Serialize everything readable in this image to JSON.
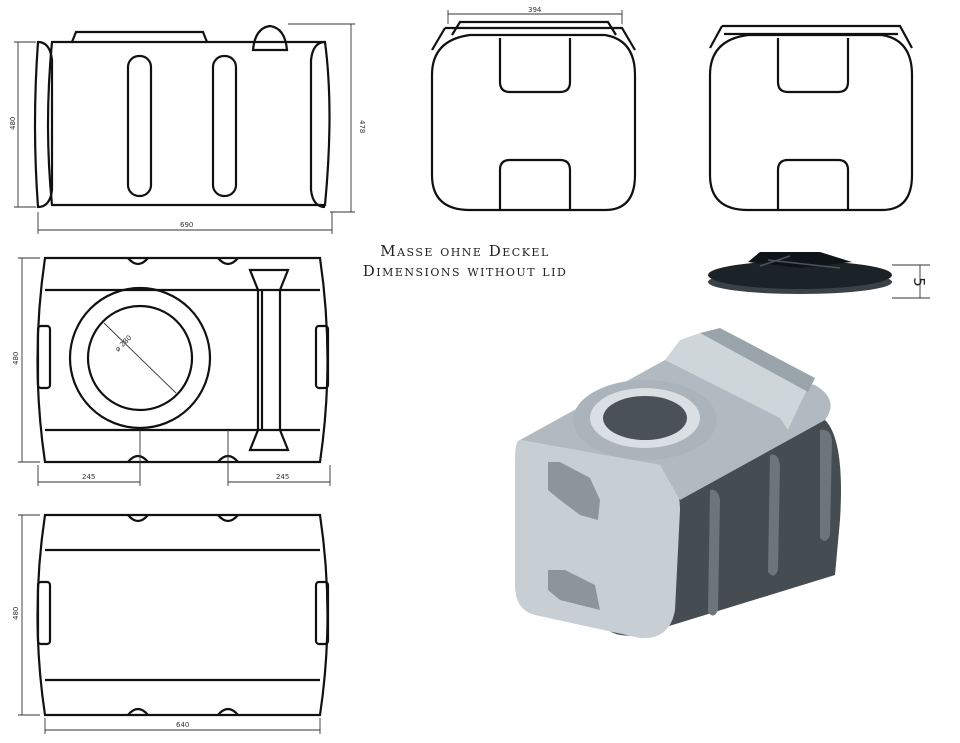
{
  "caption": {
    "line1": "Masse ohne Deckel",
    "line2": "Dimensions without lid"
  },
  "dimensions": {
    "side_height_left": "480",
    "side_height_right": "478",
    "side_length": "690",
    "end_width": "394",
    "top_depth": "480",
    "hole_diameter": "ø 280",
    "offset_left": "245",
    "offset_right": "245",
    "bottom_depth": "480",
    "bottom_length": "640",
    "lid_height": "5"
  },
  "colors": {
    "line": "#111111",
    "tank_body": "#b9c3c9",
    "tank_shadow": "#3c4247",
    "lid": "#1c2328"
  }
}
